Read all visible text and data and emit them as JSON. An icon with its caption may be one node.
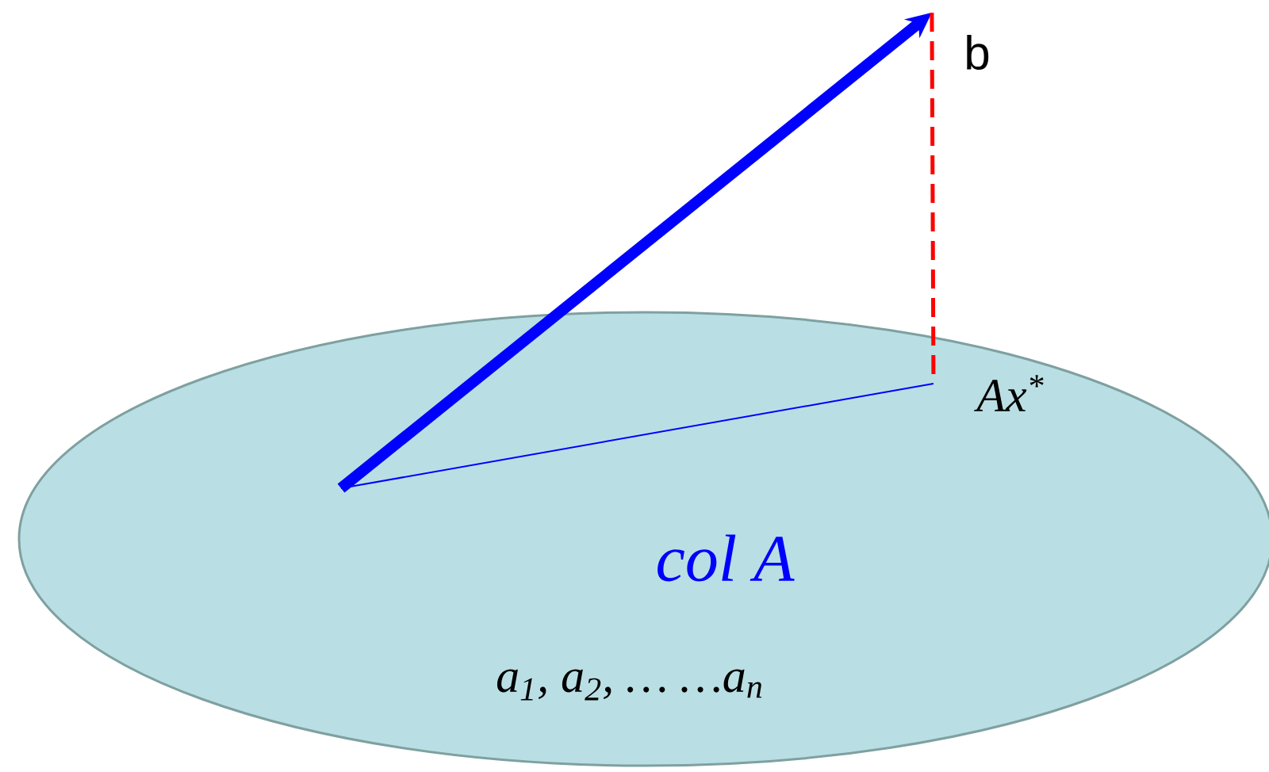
{
  "diagram": {
    "nodes": [
      {
        "text": [
          "col A",
          "a$_{1}$, a$_{2}$, … …a$_{n}$"
        ]
      },
      {
        "text": [
          "b"
        ]
      },
      {
        "text": [
          "Ax$^{*}$"
        ],
        "in": 0
      }
    ],
    "edges": [
      {
        "from": null,
        "to": 1,
        "arrow": "to",
        "style": "thick",
        "color": "#0000ff"
      },
      {
        "from": 1,
        "to": 2,
        "arrow": "none",
        "style": "dashed",
        "color": "#ff0000"
      },
      {
        "from": null,
        "to": 2,
        "arrow": "none",
        "color": "#0000ff"
      }
    ]
  }
}
